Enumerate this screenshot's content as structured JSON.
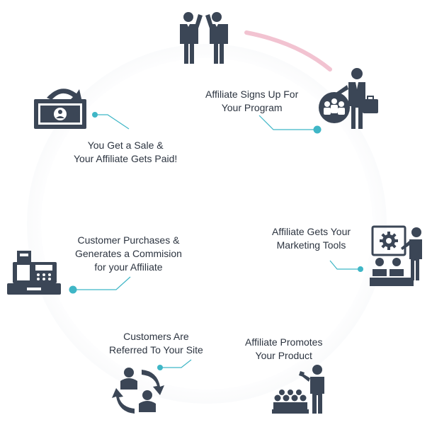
{
  "colors": {
    "icon": "#3b4656",
    "accent": "#3fb6c6",
    "arc": "#f2c3d1",
    "text": "#2c3440"
  },
  "steps": [
    {
      "lines": [
        "Affiliate Signs Up For",
        "Your Program"
      ],
      "icon": "presenter-with-team-icon"
    },
    {
      "lines": [
        "Affiliate Gets Your",
        "Marketing Tools"
      ],
      "icon": "training-board-gear-icon"
    },
    {
      "lines": [
        "Affiliate Promotes",
        "Your Product"
      ],
      "icon": "speaker-to-audience-icon"
    },
    {
      "lines": [
        "Customers Are",
        "Referred To Your Site"
      ],
      "icon": "referral-cycle-icon"
    },
    {
      "lines": [
        "Customer Purchases &",
        "Generates a Commision",
        "for your Affiliate"
      ],
      "icon": "cash-register-icon"
    },
    {
      "lines": [
        "You Get a Sale &",
        "Your Affiliate Gets Paid!"
      ],
      "icon": "money-transfer-icon"
    }
  ],
  "top_icon": "high-five-icon"
}
